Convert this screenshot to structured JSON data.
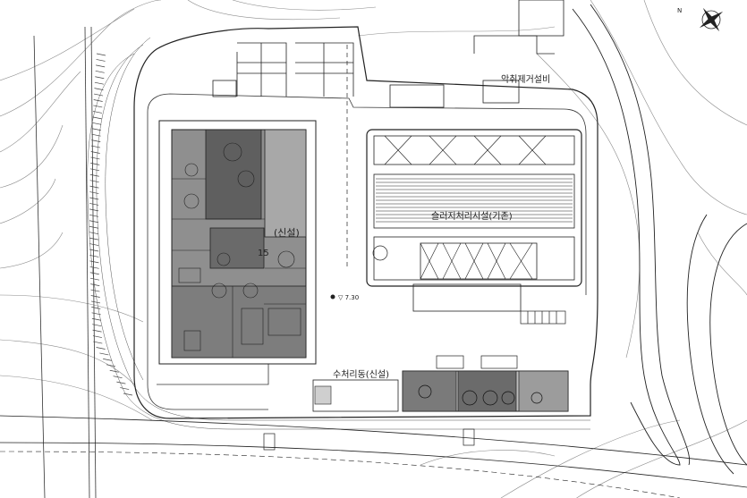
{
  "labels": {
    "main_building": "(신설)",
    "main_building_suffix": "15",
    "treatment_facility": "수처리동(신설)",
    "right_building": "슬러지처리시설(기존)",
    "odor_facility": "악취제거설비",
    "elevation_mark": "▽ 7.30",
    "north": "N"
  },
  "colors": {
    "line": "#2a2a2a",
    "fill_dark": "#6e6e6e",
    "fill_mid": "#9a9a9a",
    "fill_light": "#c8c8c8",
    "background": "#ffffff"
  },
  "icons": {
    "north_arrow": "compass-icon"
  }
}
